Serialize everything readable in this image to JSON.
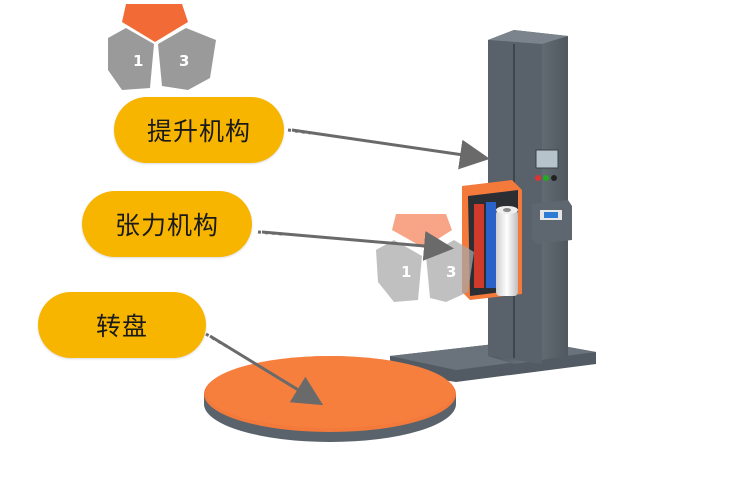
{
  "callouts": {
    "lift_mechanism": "提升机构",
    "tension_mechanism": "张力机构",
    "turntable": "转盘"
  },
  "logo": {
    "left_digit": "1",
    "right_digit": "3"
  },
  "colors": {
    "callout_bg": "#f7b500",
    "turntable": "#f47a3c",
    "machine_body": "#5c6670",
    "carriage": "#f47a3c",
    "logo_top": "#f26a35",
    "logo_faces": "#9a9a9a",
    "arrow": "#6a6a6a"
  }
}
